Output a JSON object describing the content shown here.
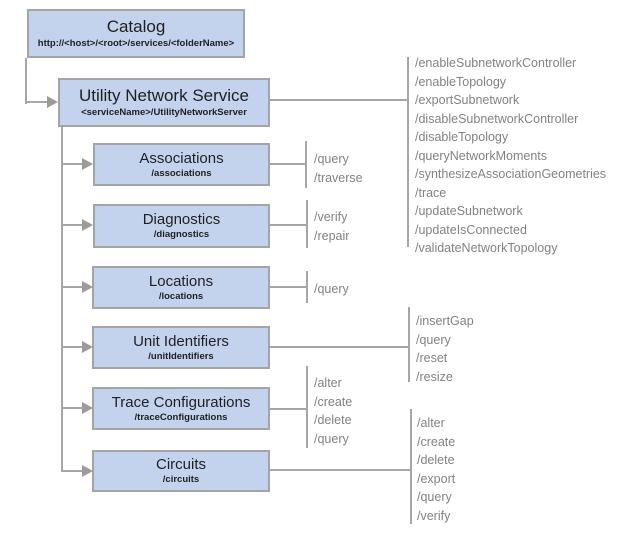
{
  "catalog": {
    "title": "Catalog",
    "subtitle": "http://<host>/<root>/services/<folderName>"
  },
  "service": {
    "title": "Utility Network Service",
    "subtitle": "<serviceName>/UtilityNetworkServer",
    "operations": [
      "/enableSubnetworkController",
      "/enableTopology",
      "/exportSubnetwork",
      "/disableSubnetworkController",
      "/disableTopology",
      "/queryNetworkMoments",
      "/synthesizeAssociationGeometries",
      "/trace",
      "/updateSubnetwork",
      "/updateIsConnected",
      "/validateNetworkTopology"
    ]
  },
  "resources": [
    {
      "title": "Associations",
      "subtitle": "/associations",
      "operations": [
        "/query",
        "/traverse"
      ]
    },
    {
      "title": "Diagnostics",
      "subtitle": "/diagnostics",
      "operations": [
        "/verify",
        "/repair"
      ]
    },
    {
      "title": "Locations",
      "subtitle": "/locations",
      "operations": [
        "/query"
      ]
    },
    {
      "title": "Unit Identifiers",
      "subtitle": "/unitIdentifiers",
      "operations": [
        "/insertGap",
        "/query",
        "/reset",
        "/resize"
      ]
    },
    {
      "title": "Trace Configurations",
      "subtitle": "/traceConfigurations",
      "operations": [
        "/alter",
        "/create",
        "/delete",
        "/query"
      ]
    },
    {
      "title": "Circuits",
      "subtitle": "/circuits",
      "operations": [
        "/alter",
        "/create",
        "/delete",
        "/export",
        "/query",
        "/verify"
      ]
    }
  ],
  "colors": {
    "box_fill": "#c3d3ee",
    "box_border": "#a4a4a4",
    "connector": "#a6a6a6",
    "title_text": "#1f1f1f",
    "operation_text": "#828282"
  }
}
